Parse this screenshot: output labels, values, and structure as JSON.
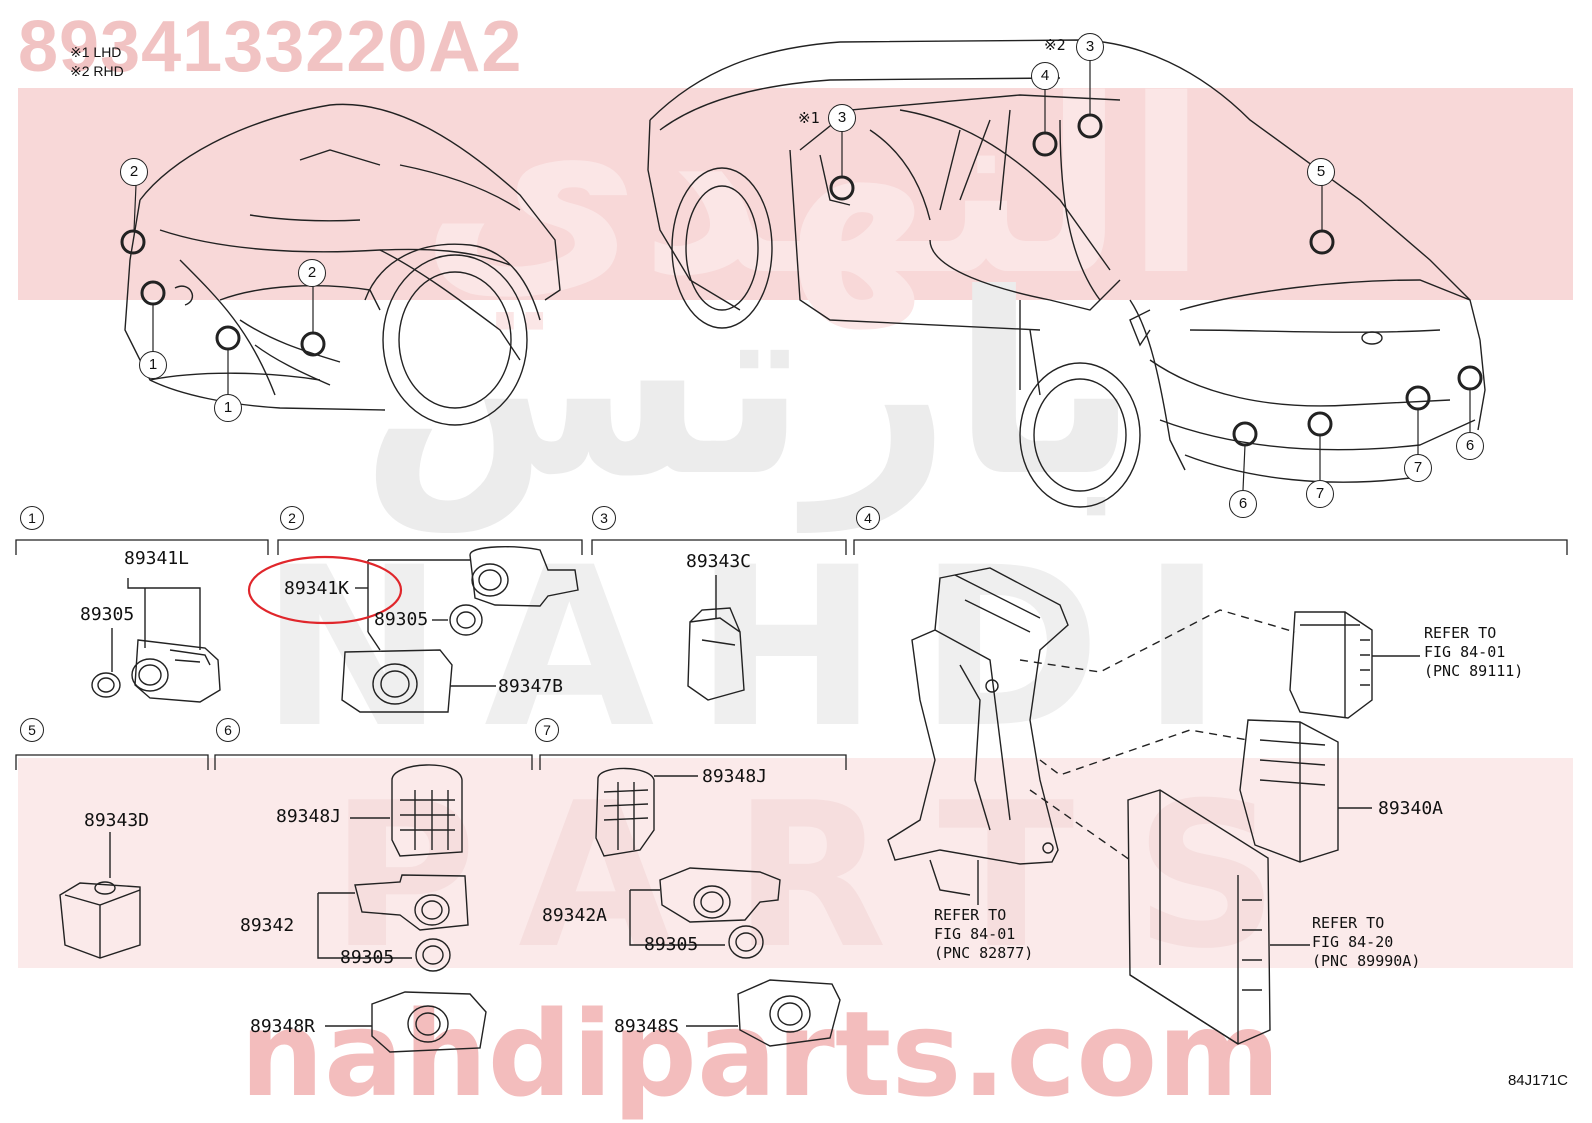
{
  "header": {
    "part_number": "8934133220A2",
    "notes": [
      "※1 LHD",
      "※2 RHD"
    ]
  },
  "watermarks": {
    "arabic_top": "النهدي",
    "arabic_mid": "بارتس",
    "latin_mid": "NAHDI",
    "latin_low": "PARTS",
    "site": "nahdiparts.com"
  },
  "callouts": {
    "one": "1",
    "two": "2",
    "three": "3",
    "four": "4",
    "five": "5",
    "six": "6",
    "seven": "7"
  },
  "view_marks": {
    "lhd": "※1",
    "rhd": "※2"
  },
  "parts": {
    "s1_a": "89341L",
    "s1_b": "89305",
    "s2_a": "89341K",
    "s2_b": "89305",
    "s2_c": "89347B",
    "s3_a": "89343C",
    "s5_a": "89343D",
    "s6_a": "89348J",
    "s6_b": "89342",
    "s6_c": "89305",
    "s6_d": "89348R",
    "s7_a": "89348J",
    "s7_b": "89342A",
    "s7_c": "89305",
    "s7_d": "89348S",
    "s4_a": "89340A"
  },
  "refs": {
    "r1": "REFER TO\nFIG 84-01\n(PNC 89111)",
    "r2": "REFER TO\nFIG 84-01\n(PNC 82877)",
    "r3": "REFER TO\nFIG 84-20\n(PNC 89990A)"
  },
  "footer": {
    "code": "84J171C"
  },
  "colors": {
    "line": "#222222",
    "highlight": "#e0262b",
    "watermark": "#f4c9c9"
  }
}
